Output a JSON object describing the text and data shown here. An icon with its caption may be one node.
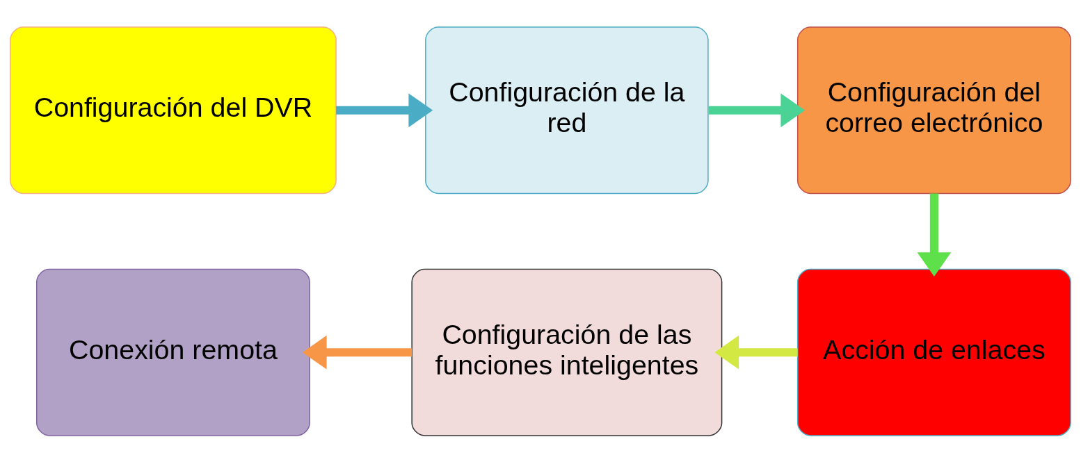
{
  "diagram": {
    "nodes": [
      {
        "text": [
          "Configuración del DVR"
        ]
      },
      {
        "text": [
          "Configuración de la red"
        ]
      },
      {
        "text": [
          "Configuración del correo electrónico"
        ]
      },
      {
        "text": [
          "Acción de enlaces"
        ]
      },
      {
        "text": [
          "Configuración de las funciones inteligentes"
        ]
      },
      {
        "text": [
          "Conexión remota"
        ]
      }
    ],
    "edges": [
      {
        "from": 0,
        "to": 1,
        "arrow": "to",
        "color": "#4bacc6"
      },
      {
        "from": 1,
        "to": 2,
        "arrow": "to",
        "color": "#4bd396"
      },
      {
        "from": 2,
        "to": 3,
        "arrow": "to",
        "color": "#5ee04a"
      },
      {
        "from": 3,
        "to": 4,
        "arrow": "to",
        "color": "#d4e843"
      },
      {
        "from": 4,
        "to": 5,
        "arrow": "to",
        "color": "#f79646"
      }
    ]
  }
}
